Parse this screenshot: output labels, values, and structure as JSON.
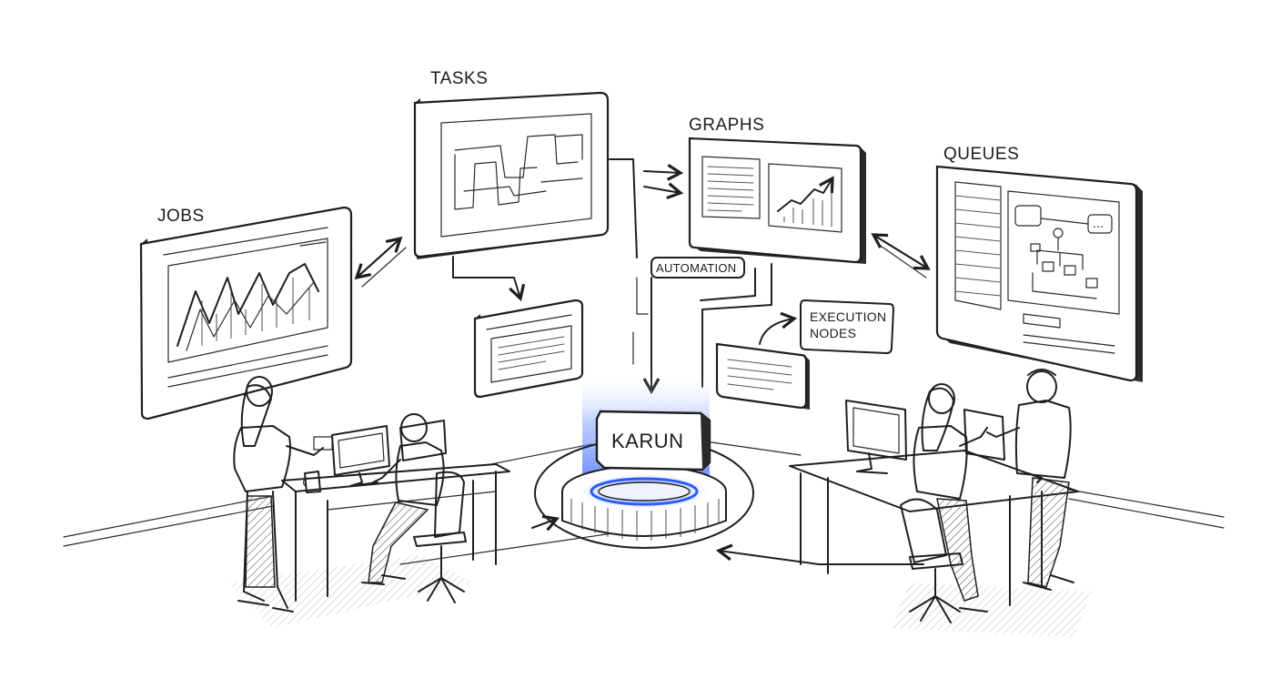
{
  "labels": {
    "jobs": "JOBS",
    "tasks": "TASKS",
    "graphs": "GRAPHS",
    "queues": "QUEUES",
    "automation": "AUTOMATION",
    "execution_line1": "EXECUTION",
    "execution_line2": "NODES",
    "core": "KARUN"
  },
  "colors": {
    "ink": "#1f1f1f",
    "glow": "#4a7dff",
    "glow_light": "#c9d8ff"
  }
}
